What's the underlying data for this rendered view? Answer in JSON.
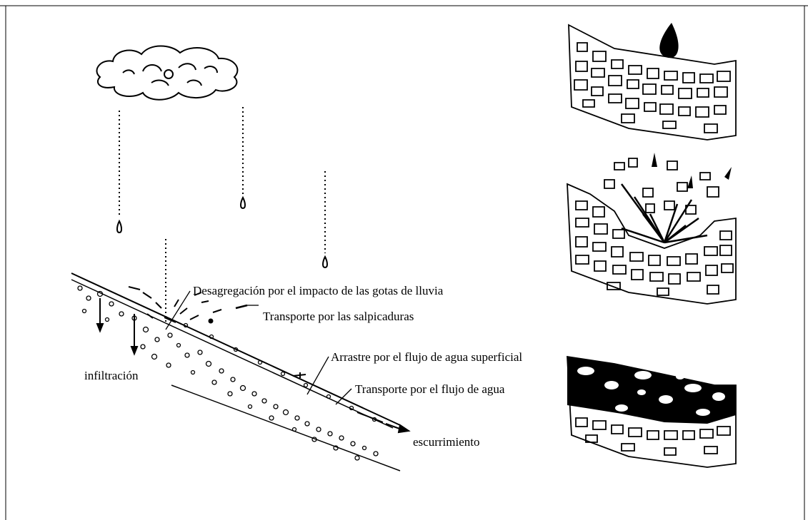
{
  "labels": {
    "detachment": "Desagregación por el impacto de las gotas de lluvia",
    "splash_transport": "Transporte por las salpicaduras",
    "surface_flow_drag": "Arrastre por el flujo de agua superficial",
    "flow_transport": "Transporte por el flujo de  agua",
    "infiltration": "infiltración",
    "runoff": "escurrimiento"
  },
  "colors": {
    "ink": "#000000",
    "paper": "#ffffff"
  }
}
